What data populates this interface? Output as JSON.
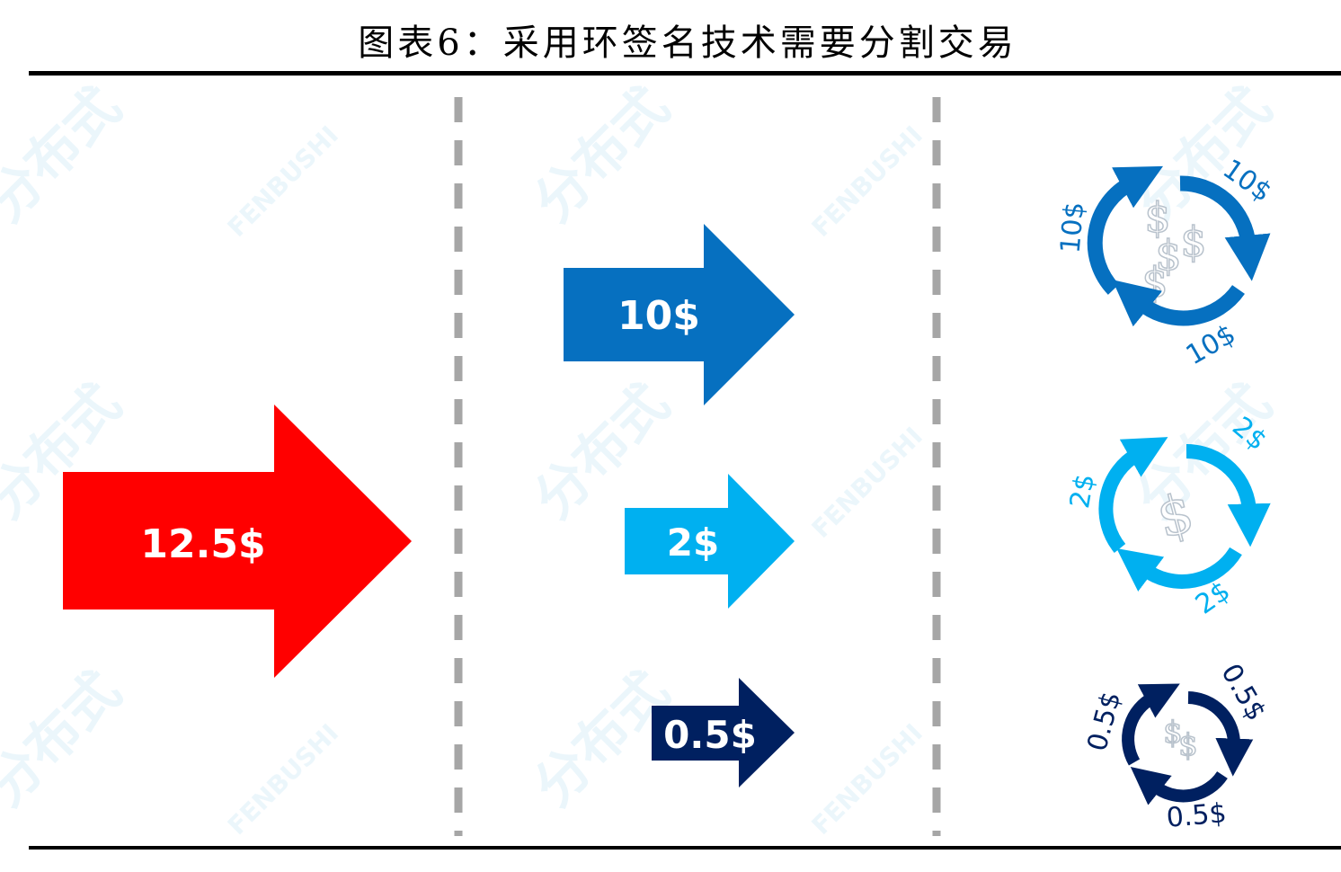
{
  "figure": {
    "title": "图表6：采用环签名技术需要分割交易"
  },
  "watermark": {
    "latin": "FENBUSHI",
    "chinese": "分布式"
  },
  "colors": {
    "original": "#ff0000",
    "split_10": "#0670c0",
    "split_2": "#00b0f0",
    "split_05": "#002060"
  },
  "original_transaction": {
    "amount_label": "12.5$"
  },
  "split_transactions": [
    {
      "amount_label": "10$"
    },
    {
      "amount_label": "2$"
    },
    {
      "amount_label": "0.5$"
    }
  ],
  "ring_cycles": [
    {
      "labels": [
        "10$",
        "10$",
        "10$"
      ],
      "center_icon": "dollar-coins-icon"
    },
    {
      "labels": [
        "2$",
        "2$",
        "2$"
      ],
      "center_icon": "dollar-coin-icon"
    },
    {
      "labels": [
        "0.5$",
        "0.5$",
        "0.5$"
      ],
      "center_icon": "dollar-coins-icon"
    }
  ]
}
